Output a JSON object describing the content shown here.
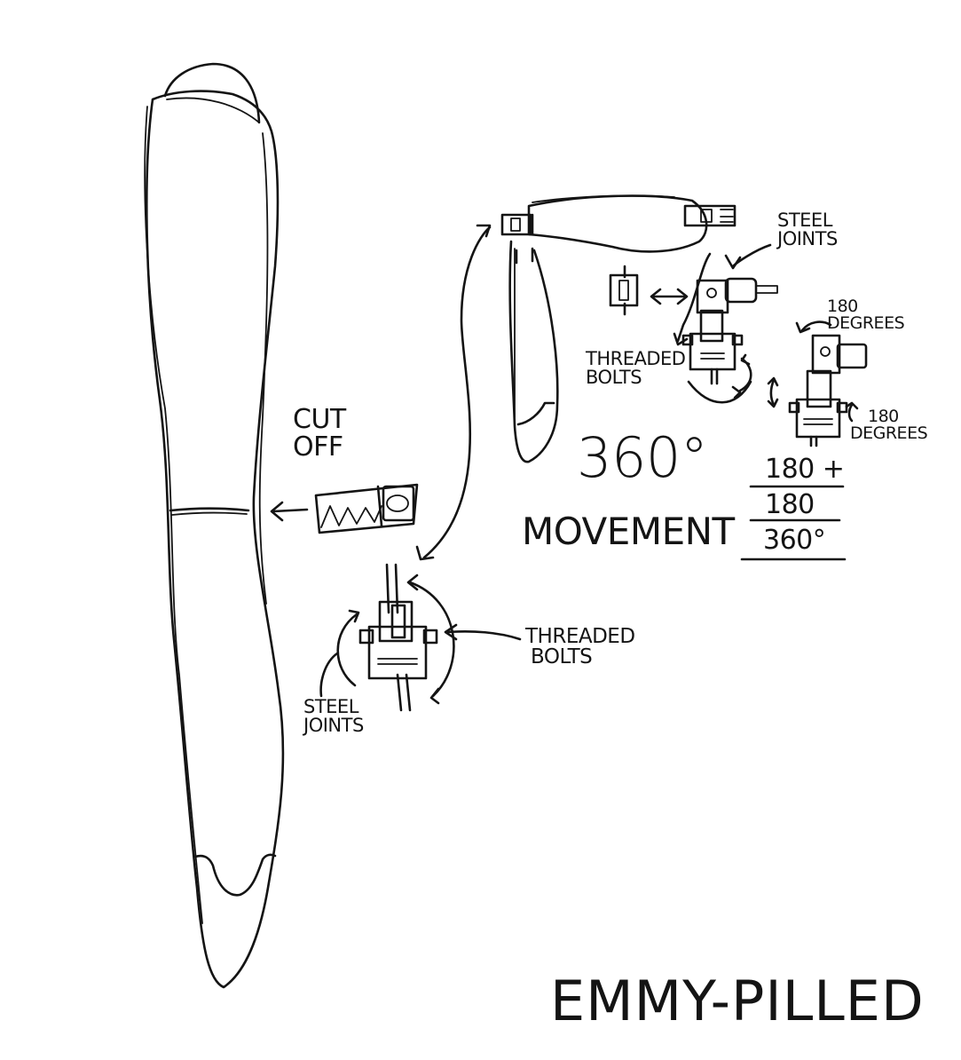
{
  "labels": {
    "cut_off": [
      "CUT",
      "OFF"
    ],
    "steel_joints_top": [
      "STEEL",
      "JOINTS"
    ],
    "threaded_bolts_top": [
      "THREADED",
      "BOLTS"
    ],
    "degrees_top": [
      "180",
      "DEGREES"
    ],
    "degrees_bottom": [
      "180",
      "DEGREES"
    ],
    "threaded_bolts_bottom": [
      "THREADED",
      "BOLTS"
    ],
    "steel_joints_bottom": [
      "STEEL",
      "JOINTS"
    ]
  },
  "math": {
    "big_angle": "360°",
    "movement": "MOVEMENT",
    "addend_1": "180 +",
    "addend_2": "180",
    "sum": "360°"
  },
  "signature": "EMMY-PILLED",
  "colors": {
    "ink": "#141414",
    "paper": "#ffffff"
  }
}
